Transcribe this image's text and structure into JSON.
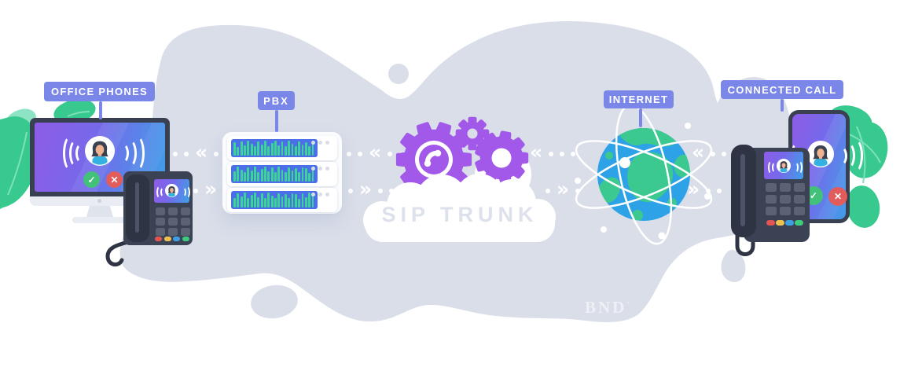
{
  "sections": {
    "office_phones": {
      "label": "OFFICE PHONES"
    },
    "pbx": {
      "label": "PBX",
      "server_rows": 3,
      "status_dots_per_row": 3,
      "equalizer": [
        0.85,
        0.45,
        0.95,
        0.6,
        1,
        0.7,
        0.5,
        0.9,
        0.65,
        1,
        0.55,
        0.8,
        1,
        0.6,
        0.9,
        0.5,
        1,
        0.75,
        0.55,
        0.95,
        0.65,
        0.85,
        0.5,
        0.9
      ]
    },
    "sip_trunk": {
      "label": "SIP TRUNK"
    },
    "internet": {
      "label": "INTERNET"
    },
    "connected_call": {
      "label": "CONNECTED CALL"
    }
  },
  "connectors": {
    "upstream_chevron": "«",
    "downstream_chevron": "»"
  },
  "icons": {
    "accept_glyph": "✓",
    "decline_glyph": "✕"
  },
  "watermark": {
    "text": "BND",
    "mark": "’"
  },
  "colors": {
    "background_blob": "#d9dee9",
    "label_badge": "#7b87e8",
    "device_dark": "#3b4254",
    "screen_gradient_start": "#8e5ce6",
    "screen_gradient_end": "#3f9fe8",
    "gear_purple": "#a258e8",
    "server_bar_blue": "#4a6fe8",
    "equalizer_green": "#3bd494",
    "globe_ocean": "#2ea2e6",
    "foliage_green": "#38c98e",
    "accept_green": "#41c278",
    "decline_red": "#e25c5c"
  }
}
